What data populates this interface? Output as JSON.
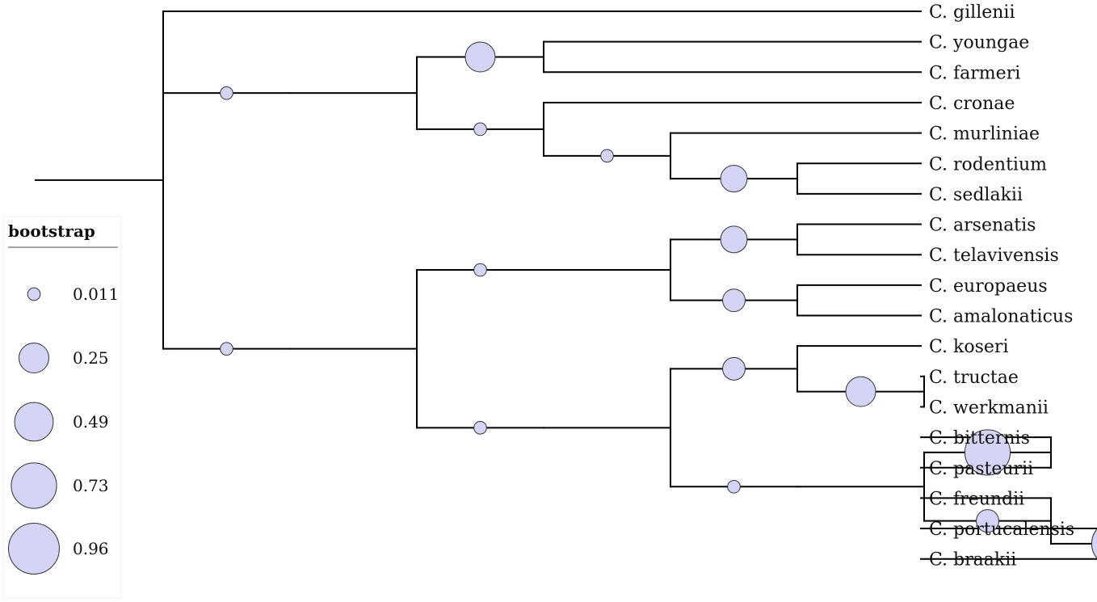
{
  "tree": {
    "name": "",
    "children": [
      {
        "name": "C. gillenii"
      },
      {
        "bootstrap": 0.011,
        "children": [
          {
            "children": [
              {
                "bootstrap": 0.25,
                "children": [
                  {
                    "name": "C. youngae"
                  },
                  {
                    "name": "C. farmeri"
                  }
                ]
              },
              {
                "bootstrap": 0.011,
                "children": [
                  {
                    "name": "C. cronae"
                  },
                  {
                    "bootstrap": 0.011,
                    "children": [
                      {
                        "name": "C. murliniae"
                      },
                      {
                        "bootstrap": 0.18,
                        "children": [
                          {
                            "name": "C. rodentium"
                          },
                          {
                            "name": "C. sedlakii"
                          }
                        ]
                      }
                    ]
                  }
                ]
              }
            ]
          }
        ]
      },
      {
        "bootstrap": 0.011,
        "children": [
          {
            "children": [
              {
                "bootstrap": 0.011,
                "children": [
                  {
                    "children": [
                      {
                        "bootstrap": 0.18,
                        "children": [
                          {
                            "name": "C. arsenatis"
                          },
                          {
                            "name": "C. telavivensis"
                          }
                        ]
                      },
                      {
                        "bootstrap": 0.11,
                        "children": [
                          {
                            "name": "C. europaeus"
                          },
                          {
                            "name": "C. amalonaticus"
                          }
                        ]
                      }
                    ]
                  }
                ]
              },
              {
                "bootstrap": 0.011,
                "children": [
                  {
                    "children": [
                      {
                        "bootstrap": 0.11,
                        "children": [
                          {
                            "name": "C. koseri"
                          },
                          {
                            "bootstrap": 0.25,
                            "children": [
                              {
                                "name": "C. tructae"
                              },
                              {
                                "name": "C. werkmanii"
                              }
                            ]
                          }
                        ]
                      },
                      {
                        "bootstrap": 0.011,
                        "children": [
                          {
                            "children": [
                              {
                                "bootstrap": 0.73,
                                "children": [
                                  {
                                    "name": "C. bitternis"
                                  },
                                  {
                                    "name": "C. pasteurii"
                                  }
                                ]
                              },
                              {
                                "bootstrap": 0.11,
                                "children": [
                                  {
                                    "name": "C. freundii"
                                  },
                                  {
                                    "bootstrap": 0.73,
                                    "children": [
                                      {
                                        "name": "C. portucalensis"
                                      },
                                      {
                                        "name": "C. braakii"
                                      }
                                    ]
                                  }
                                ]
                              }
                            ]
                          }
                        ]
                      }
                    ]
                  }
                ]
              }
            ]
          }
        ]
      }
    ]
  },
  "legend": {
    "title": "bootstrap",
    "entries": [
      {
        "label": "0.011",
        "value": 0.011
      },
      {
        "label": "0.25",
        "value": 0.25
      },
      {
        "label": "0.49",
        "value": 0.49
      },
      {
        "label": "0.73",
        "value": 0.73
      },
      {
        "label": "0.96",
        "value": 0.96
      }
    ]
  },
  "colors": {
    "node_fill": "#d4d4f7",
    "node_stroke": "#333333",
    "branch": "#000000",
    "text": "#111111"
  }
}
